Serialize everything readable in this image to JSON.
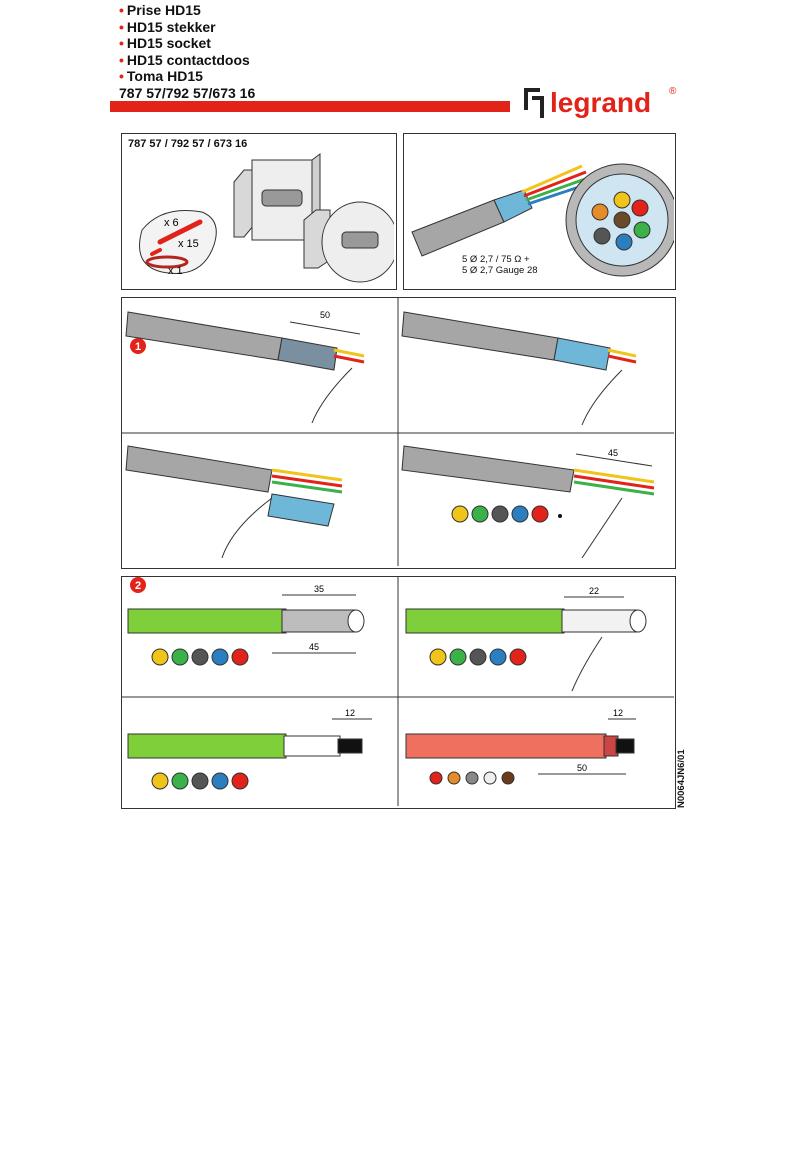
{
  "header": {
    "titles": [
      "Prise HD15",
      "HD15 stekker",
      "HD15 socket",
      "HD15 contactdoos",
      "Toma HD15"
    ],
    "references": "787 57/792 57/673 16",
    "logo_text": "legrand",
    "logo_mark": "®",
    "brand_color": "#e2231a"
  },
  "panel_product": {
    "label": "787 57 / 792 57 / 673 16",
    "kit": [
      "x 6",
      "x 15",
      "x 1"
    ]
  },
  "panel_cable": {
    "spec_line1": "5 Ø 2,7 / 75 Ω  +",
    "spec_line2": "5 Ø 2,7 Gauge 28"
  },
  "step1": {
    "number": "1",
    "dim_a": "50",
    "dim_b": "45"
  },
  "step2": {
    "number": "2",
    "dim_35": "35",
    "dim_45": "45",
    "dim_22": "22",
    "dim_12a": "12",
    "dim_12b": "12",
    "dim_50": "50"
  },
  "footer": {
    "doc_code": "N0064JN6/01"
  }
}
